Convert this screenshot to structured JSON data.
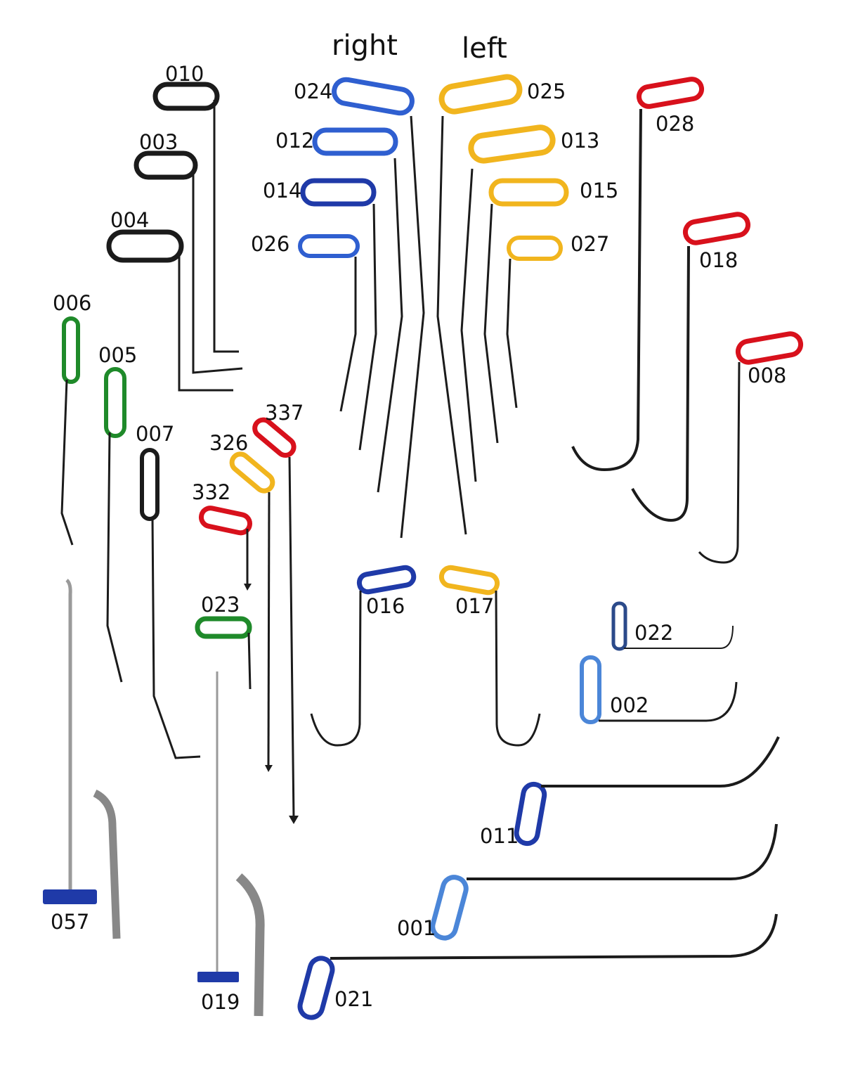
{
  "headers": {
    "right": "right",
    "left": "left"
  },
  "colors": {
    "black": "#1b1b1b",
    "blue": "#2f5fd0",
    "dark_blue": "#1f3aa8",
    "light_blue": "#4b86d8",
    "navy": "#2b4a8a",
    "yellow": "#f1b51e",
    "red": "#d8111c",
    "green": "#1f8a2a",
    "steel": "#9a9a9a"
  },
  "tools": [
    {
      "code": "010",
      "color": "black"
    },
    {
      "code": "003",
      "color": "black"
    },
    {
      "code": "004",
      "color": "black"
    },
    {
      "code": "006",
      "color": "green"
    },
    {
      "code": "005",
      "color": "green"
    },
    {
      "code": "007",
      "color": "black"
    },
    {
      "code": "024",
      "color": "blue"
    },
    {
      "code": "012",
      "color": "blue"
    },
    {
      "code": "014",
      "color": "dark_blue"
    },
    {
      "code": "026",
      "color": "blue"
    },
    {
      "code": "025",
      "color": "yellow"
    },
    {
      "code": "013",
      "color": "yellow"
    },
    {
      "code": "015",
      "color": "yellow"
    },
    {
      "code": "027",
      "color": "yellow"
    },
    {
      "code": "028",
      "color": "red"
    },
    {
      "code": "018",
      "color": "red"
    },
    {
      "code": "008",
      "color": "red"
    },
    {
      "code": "337",
      "color": "red"
    },
    {
      "code": "326",
      "color": "yellow"
    },
    {
      "code": "332",
      "color": "red"
    },
    {
      "code": "023",
      "color": "green"
    },
    {
      "code": "016",
      "color": "dark_blue"
    },
    {
      "code": "017",
      "color": "yellow"
    },
    {
      "code": "022",
      "color": "navy"
    },
    {
      "code": "002",
      "color": "light_blue"
    },
    {
      "code": "011",
      "color": "dark_blue"
    },
    {
      "code": "001",
      "color": "light_blue"
    },
    {
      "code": "021",
      "color": "dark_blue"
    },
    {
      "code": "057",
      "color": "dark_blue"
    },
    {
      "code": "019",
      "color": "dark_blue"
    }
  ]
}
